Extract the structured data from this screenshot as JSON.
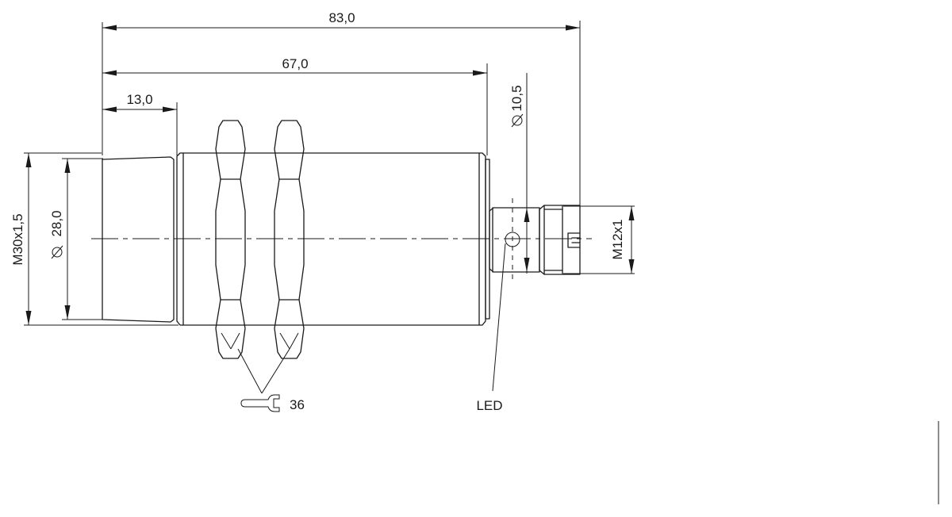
{
  "dimensions": {
    "overall_length": "83,0",
    "housing_length": "67,0",
    "sensing_face_length": "13,0",
    "connector_diameter": "10,5",
    "thread_size": "M30x1,5",
    "housing_diameter": "28,0",
    "connector_thread": "M12x1"
  },
  "labels": {
    "wrench_size": "36",
    "led": "LED"
  },
  "icons": {
    "diameter": "diameter-symbol-icon",
    "wrench": "wrench-icon"
  }
}
